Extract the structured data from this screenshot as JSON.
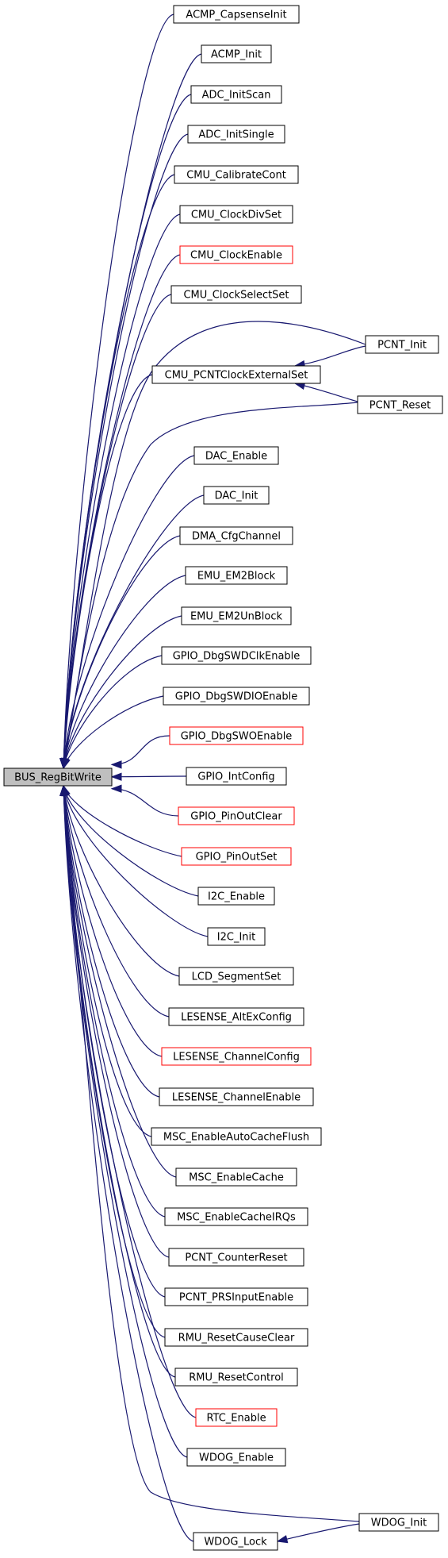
{
  "colors": {
    "edge": "#191970",
    "box_border": "#000000",
    "box_border_broken": "#ff0000",
    "root_fill": "#bfbfbf"
  },
  "root": {
    "id": "root",
    "label": "BUS_RegBitWrite"
  },
  "nodes": [
    {
      "id": "acmp_capsense",
      "label": "ACMP_CapsenseInit",
      "broken": false
    },
    {
      "id": "acmp_init",
      "label": "ACMP_Init",
      "broken": false
    },
    {
      "id": "adc_initscan",
      "label": "ADC_InitScan",
      "broken": false
    },
    {
      "id": "adc_initsingle",
      "label": "ADC_InitSingle",
      "broken": false
    },
    {
      "id": "cmu_calibratecont",
      "label": "CMU_CalibrateCont",
      "broken": false
    },
    {
      "id": "cmu_clockdivset",
      "label": "CMU_ClockDivSet",
      "broken": false
    },
    {
      "id": "cmu_clockenable",
      "label": "CMU_ClockEnable",
      "broken": true
    },
    {
      "id": "cmu_clockselectset",
      "label": "CMU_ClockSelectSet",
      "broken": false
    },
    {
      "id": "cmu_pcntclockext",
      "label": "CMU_PCNTClockExternalSet",
      "broken": false
    },
    {
      "id": "pcnt_init",
      "label": "PCNT_Init",
      "broken": false
    },
    {
      "id": "pcnt_reset",
      "label": "PCNT_Reset",
      "broken": false
    },
    {
      "id": "dac_enable",
      "label": "DAC_Enable",
      "broken": false
    },
    {
      "id": "dac_init",
      "label": "DAC_Init",
      "broken": false
    },
    {
      "id": "dma_cfgchannel",
      "label": "DMA_CfgChannel",
      "broken": false
    },
    {
      "id": "emu_em2block",
      "label": "EMU_EM2Block",
      "broken": false
    },
    {
      "id": "emu_em2unblock",
      "label": "EMU_EM2UnBlock",
      "broken": false
    },
    {
      "id": "gpio_dbgswdclk",
      "label": "GPIO_DbgSWDClkEnable",
      "broken": false
    },
    {
      "id": "gpio_dbgswdio",
      "label": "GPIO_DbgSWDIOEnable",
      "broken": false
    },
    {
      "id": "gpio_dbgswo",
      "label": "GPIO_DbgSWOEnable",
      "broken": true
    },
    {
      "id": "gpio_intconfig",
      "label": "GPIO_IntConfig",
      "broken": false
    },
    {
      "id": "gpio_pinoutclear",
      "label": "GPIO_PinOutClear",
      "broken": true
    },
    {
      "id": "gpio_pinoutset",
      "label": "GPIO_PinOutSet",
      "broken": true
    },
    {
      "id": "i2c_enable",
      "label": "I2C_Enable",
      "broken": false
    },
    {
      "id": "i2c_init",
      "label": "I2C_Init",
      "broken": false
    },
    {
      "id": "lcd_segmentset",
      "label": "LCD_SegmentSet",
      "broken": false
    },
    {
      "id": "lesense_altexconfig",
      "label": "LESENSE_AltExConfig",
      "broken": false
    },
    {
      "id": "lesense_channelconfig",
      "label": "LESENSE_ChannelConfig",
      "broken": true
    },
    {
      "id": "lesense_channelenable",
      "label": "LESENSE_ChannelEnable",
      "broken": false
    },
    {
      "id": "msc_autocacheflush",
      "label": "MSC_EnableAutoCacheFlush",
      "broken": false
    },
    {
      "id": "msc_enablecache",
      "label": "MSC_EnableCache",
      "broken": false
    },
    {
      "id": "msc_cacheirqs",
      "label": "MSC_EnableCacheIRQs",
      "broken": false
    },
    {
      "id": "pcnt_counterreset",
      "label": "PCNT_CounterReset",
      "broken": false
    },
    {
      "id": "pcnt_prsinput",
      "label": "PCNT_PRSInputEnable",
      "broken": false
    },
    {
      "id": "rmu_resetcauseclear",
      "label": "RMU_ResetCauseClear",
      "broken": false
    },
    {
      "id": "rmu_resetcontrol",
      "label": "RMU_ResetControl",
      "broken": false
    },
    {
      "id": "rtc_enable",
      "label": "RTC_Enable",
      "broken": true
    },
    {
      "id": "wdog_enable",
      "label": "WDOG_Enable",
      "broken": false
    },
    {
      "id": "wdog_init",
      "label": "WDOG_Init",
      "broken": false
    },
    {
      "id": "wdog_lock",
      "label": "WDOG_Lock",
      "broken": false
    }
  ],
  "edges": [
    {
      "from": "acmp_capsense",
      "to": "root"
    },
    {
      "from": "acmp_init",
      "to": "root"
    },
    {
      "from": "adc_initscan",
      "to": "root"
    },
    {
      "from": "adc_initsingle",
      "to": "root"
    },
    {
      "from": "cmu_calibratecont",
      "to": "root"
    },
    {
      "from": "cmu_clockdivset",
      "to": "root"
    },
    {
      "from": "cmu_clockenable",
      "to": "root"
    },
    {
      "from": "cmu_clockselectset",
      "to": "root"
    },
    {
      "from": "pcnt_init",
      "to": "root"
    },
    {
      "from": "cmu_pcntclockext",
      "to": "root"
    },
    {
      "from": "pcnt_reset",
      "to": "root"
    },
    {
      "from": "pcnt_init",
      "to": "cmu_pcntclockext"
    },
    {
      "from": "pcnt_reset",
      "to": "cmu_pcntclockext"
    },
    {
      "from": "dac_enable",
      "to": "root"
    },
    {
      "from": "dac_init",
      "to": "root"
    },
    {
      "from": "dma_cfgchannel",
      "to": "root"
    },
    {
      "from": "emu_em2block",
      "to": "root"
    },
    {
      "from": "emu_em2unblock",
      "to": "root"
    },
    {
      "from": "gpio_dbgswdclk",
      "to": "root"
    },
    {
      "from": "gpio_dbgswdio",
      "to": "root"
    },
    {
      "from": "gpio_dbgswo",
      "to": "root"
    },
    {
      "from": "gpio_intconfig",
      "to": "root"
    },
    {
      "from": "gpio_pinoutclear",
      "to": "root"
    },
    {
      "from": "gpio_pinoutset",
      "to": "root"
    },
    {
      "from": "i2c_enable",
      "to": "root"
    },
    {
      "from": "i2c_init",
      "to": "root"
    },
    {
      "from": "lcd_segmentset",
      "to": "root"
    },
    {
      "from": "lesense_altexconfig",
      "to": "root"
    },
    {
      "from": "lesense_channelconfig",
      "to": "root"
    },
    {
      "from": "lesense_channelenable",
      "to": "root"
    },
    {
      "from": "msc_autocacheflush",
      "to": "root"
    },
    {
      "from": "msc_enablecache",
      "to": "root"
    },
    {
      "from": "msc_cacheirqs",
      "to": "root"
    },
    {
      "from": "pcnt_counterreset",
      "to": "root"
    },
    {
      "from": "pcnt_prsinput",
      "to": "root"
    },
    {
      "from": "rmu_resetcauseclear",
      "to": "root"
    },
    {
      "from": "rmu_resetcontrol",
      "to": "root"
    },
    {
      "from": "rtc_enable",
      "to": "root"
    },
    {
      "from": "wdog_enable",
      "to": "root"
    },
    {
      "from": "wdog_init",
      "to": "root"
    },
    {
      "from": "wdog_lock",
      "to": "root"
    },
    {
      "from": "wdog_init",
      "to": "wdog_lock"
    }
  ]
}
